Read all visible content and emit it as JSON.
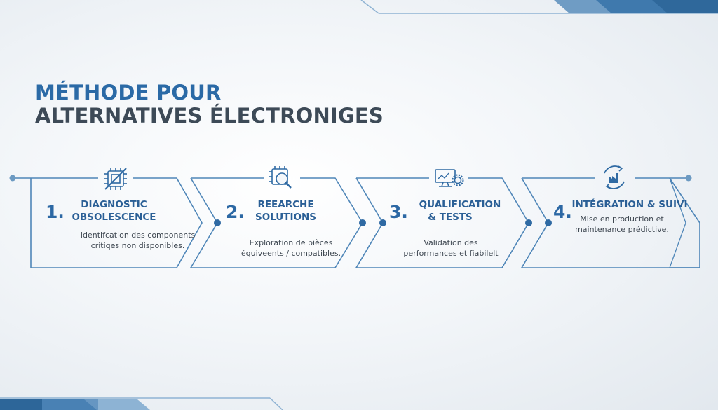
{
  "title": {
    "line1": "MÉTHODE POUR",
    "line2": "ALTERNATIVES ÉLECTRONIGES"
  },
  "steps": [
    {
      "number": "1.",
      "title_lines": [
        "DIAGNOSTIC",
        "OBSOLESCENCE"
      ],
      "desc_lines": [
        "Identifcation des components",
        "critiqes non disponibles."
      ],
      "icon": "microchip-icon"
    },
    {
      "number": "2.",
      "title_lines": [
        "REEARCHE",
        "SOLUTIONS"
      ],
      "desc_lines": [
        "Exploration de pièces",
        "équiveents / compatibles."
      ],
      "icon": "chip-magnifier-icon"
    },
    {
      "number": "3.",
      "title_lines": [
        "QUALIFICATION",
        "& TESTS"
      ],
      "desc_lines": [
        "Validation des",
        "performances et fiabilelt"
      ],
      "icon": "monitor-gear-icon"
    },
    {
      "number": "4.",
      "title_lines": [
        "INTÉGRATION & SUIVI"
      ],
      "desc_lines": [
        "Mise en production et",
        "maintenance prédictive."
      ],
      "icon": "factory-cycle-icon"
    }
  ],
  "colors": {
    "accent_blue": "#2b6aa6",
    "dark_text": "#3d4a57",
    "outline": "#4f86b8",
    "connector_dot": "#2f6aa3"
  }
}
